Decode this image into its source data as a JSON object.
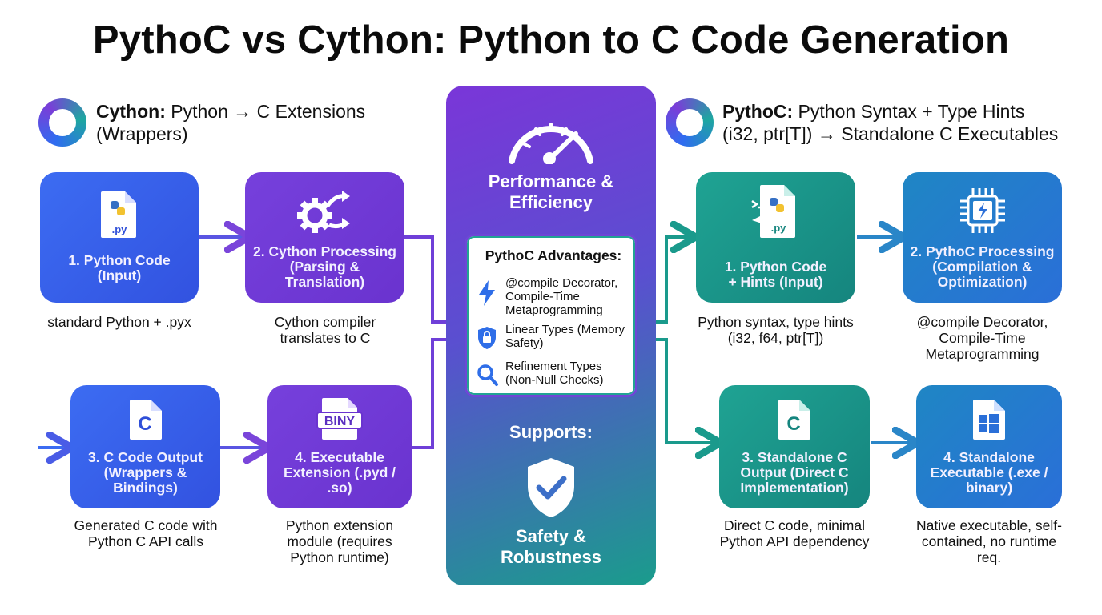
{
  "title": "PythoC vs Cython: Python to C Code Generation",
  "cython": {
    "heading_bold": "Cython:",
    "heading_line1": " Python → C Extensions",
    "heading_line2": "(Wrappers)",
    "steps": [
      {
        "label": "1. Python Code (Input)",
        "caption": "standard Python + .pyx",
        "icon_text": ".py",
        "icon": "python-file-icon"
      },
      {
        "label": "2. Cython Processing (Parsing & Translation)",
        "caption": "Cython compiler translates to C",
        "icon": "gear-arrows-icon"
      },
      {
        "label": "3. C Code Output (Wrappers & Bindings)",
        "caption": "Generated C code with Python C API calls",
        "icon_text": "C",
        "icon": "c-file-icon"
      },
      {
        "label": "4. Executable Extension (.pyd / .so)",
        "caption": "Python extension module (requires Python runtime)",
        "icon_text": "BINY",
        "icon": "binary-file-icon"
      }
    ]
  },
  "pythoc": {
    "heading_bold": "PythoC:",
    "heading_line1": " Python Syntax + Type Hints",
    "heading_line2": "(i32, ptr[T]) → Standalone C Executables",
    "steps": [
      {
        "label": "1. Python Code + Hints (Input)",
        "caption": "Python syntax, type hints (i32, f64, ptr[T])",
        "icon_text": ".py",
        "icon": "python-file-hints-icon"
      },
      {
        "label": "2. PythoC Processing (Compilation & Optimization)",
        "caption": "@compile Decorator, Compile-Time Metaprogramming",
        "icon": "cpu-chip-icon"
      },
      {
        "label": "3. Standalone C Output (Direct C Implementation)",
        "caption": "Direct C code, minimal Python API dependency",
        "icon_text": "C",
        "icon": "c-file-icon"
      },
      {
        "label": "4. Standalone Executable (.exe / binary)",
        "caption": "Native executable, self-contained, no runtime req.",
        "icon": "windows-file-icon"
      }
    ]
  },
  "center": {
    "top_title": "Performance & Efficiency",
    "advantages_title": "PythoC Advantages:",
    "advantages": [
      {
        "text": "@compile Decorator, Compile-Time Metaprogramming",
        "icon": "lightning-icon"
      },
      {
        "text": "Linear Types (Memory Safety)",
        "icon": "lock-shield-icon"
      },
      {
        "text": "Refinement Types (Non-Null Checks)",
        "icon": "magnifier-icon"
      }
    ],
    "supports_label": "Supports:",
    "bottom_title": "Safety & Robustness"
  },
  "colors": {
    "cython_blue": "#3c6cf2",
    "cython_purple": "#7640dc",
    "pythoc_teal": "#1fa393",
    "pythoc_blue": "#2a6fd8"
  }
}
